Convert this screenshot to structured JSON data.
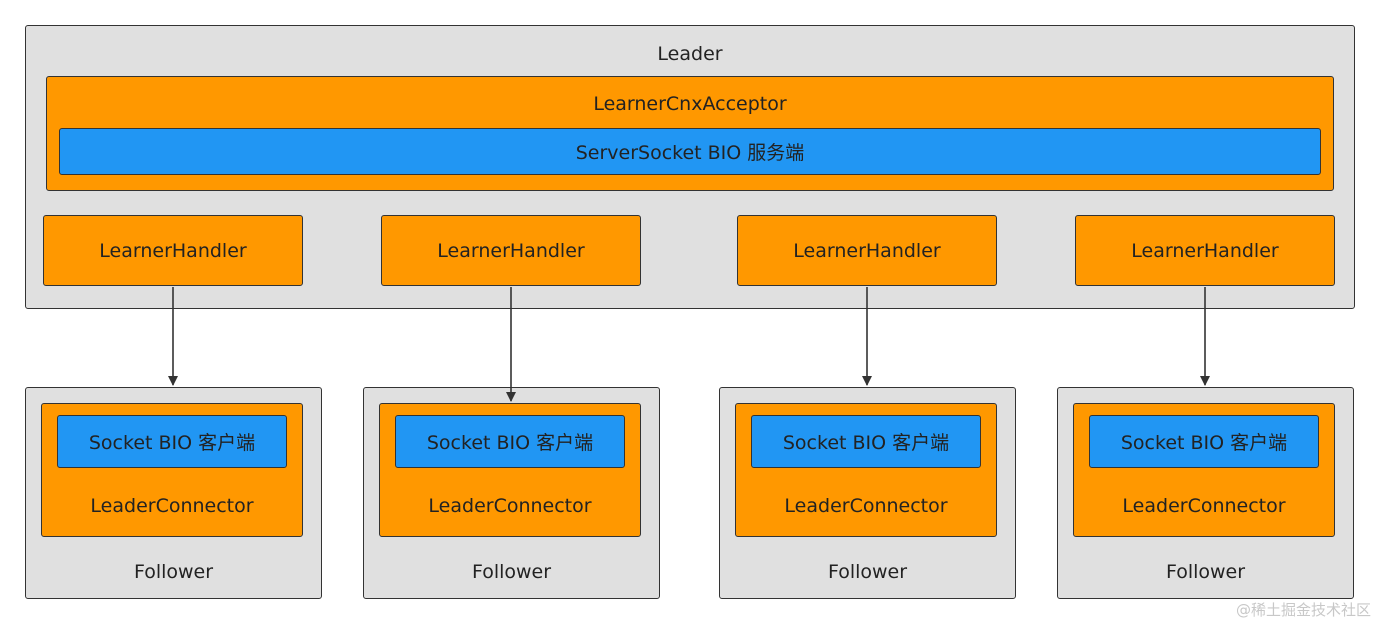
{
  "leader": {
    "title": "Leader",
    "acceptor": {
      "title": "LearnerCnxAcceptor",
      "server_socket": "ServerSocket BIO 服务端"
    },
    "handlers": [
      "LearnerHandler",
      "LearnerHandler",
      "LearnerHandler",
      "LearnerHandler"
    ]
  },
  "followers": [
    {
      "title": "Follower",
      "connector": "LeaderConnector",
      "socket": "Socket BIO 客户端"
    },
    {
      "title": "Follower",
      "connector": "LeaderConnector",
      "socket": "Socket BIO 客户端"
    },
    {
      "title": "Follower",
      "connector": "LeaderConnector",
      "socket": "Socket BIO 客户端"
    },
    {
      "title": "Follower",
      "connector": "LeaderConnector",
      "socket": "Socket BIO 客户端"
    }
  ],
  "watermark": "@稀土掘金技术社区",
  "colors": {
    "container": "#e0e0e0",
    "component": "#ff9800",
    "socket": "#2196f3",
    "border": "#333333"
  }
}
